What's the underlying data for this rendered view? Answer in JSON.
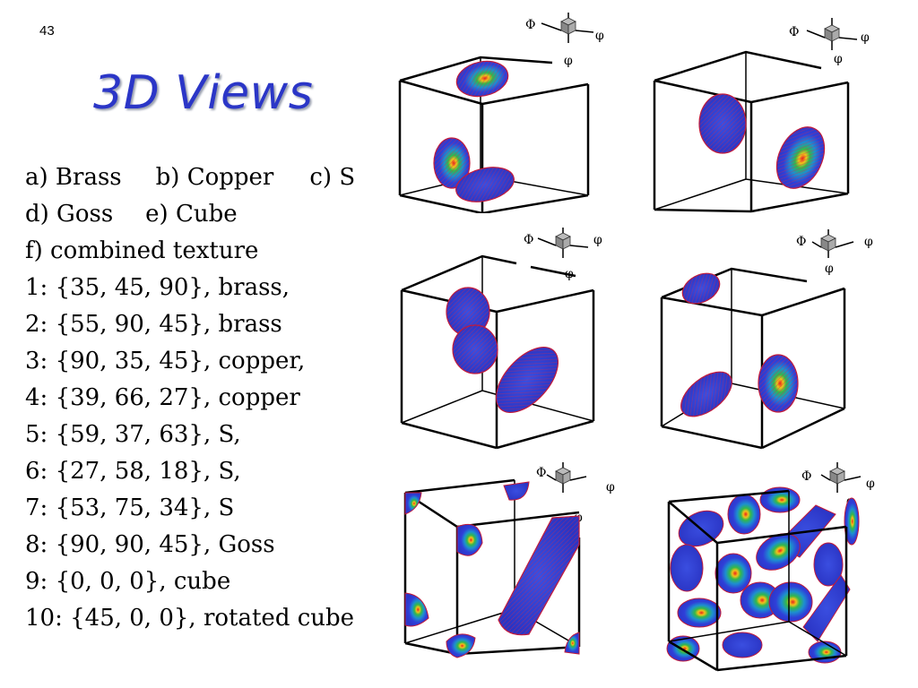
{
  "slide_number": "43",
  "title": "3D Views",
  "legend": {
    "line1": [
      "a) Brass",
      "b) Copper",
      "c) S"
    ],
    "line2": [
      "d) Goss",
      "e) Cube"
    ],
    "line3": "f) combined texture"
  },
  "components": [
    "1: {35, 45, 90}, brass,",
    "2: {55, 90, 45}, brass",
    "3: {90, 35, 45}, copper,",
    "4: {39, 66, 27}, copper",
    "5: {59, 37, 63}, S,",
    "6: {27, 58, 18}, S,",
    "7: {53, 75, 34}, S",
    "8: {90, 90, 45}, Goss",
    "9: {0, 0, 0}, cube",
    "10: {45, 0, 0}, rotated cube"
  ],
  "axis_labels": {
    "phi1": "Φ",
    "Phi": "φ",
    "phi2": "φ"
  },
  "colors": {
    "title": "#2b36c7",
    "blob": "#2f3fd8",
    "blob_edge": "#c21a3a"
  }
}
